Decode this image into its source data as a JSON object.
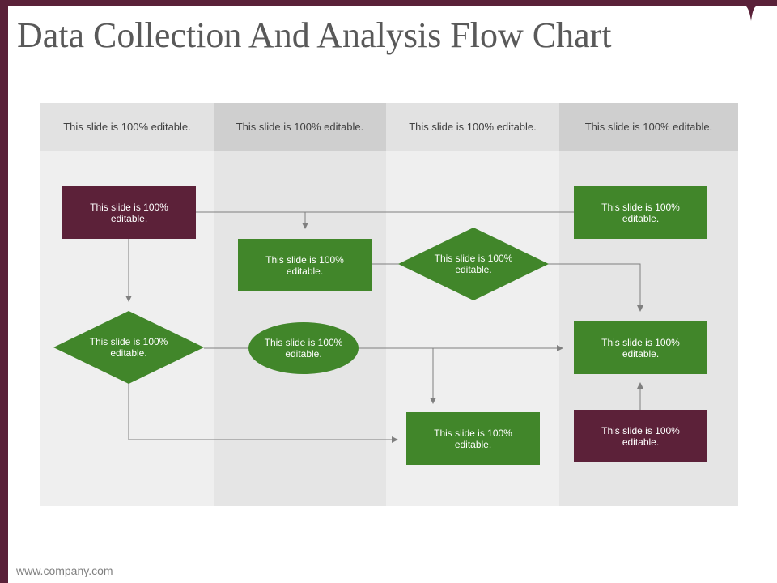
{
  "title": "Data Collection And Analysis Flow Chart",
  "footer": "www.company.com",
  "colors": {
    "frame": "#5a2139",
    "node_maroon": "#5c2139",
    "node_green": "#41862a",
    "connector": "#7f7f7f"
  },
  "lanes": [
    {
      "label": "This slide is 100% editable.",
      "header_color": "#e2e2e2",
      "body_color": "#efefef"
    },
    {
      "label": "This slide is 100% editable.",
      "header_color": "#cfcfcf",
      "body_color": "#e5e5e5"
    },
    {
      "label": "This slide is 100% editable.",
      "header_color": "#e2e2e2",
      "body_color": "#efefef"
    },
    {
      "label": "This slide is 100% editable.",
      "header_color": "#cfcfcf",
      "body_color": "#e5e5e5"
    }
  ],
  "nodes": {
    "start": "This slide is 100% editable.",
    "lane2_process": "This slide is 100% editable.",
    "lane3_decision": "This slide is 100% editable.",
    "lane4_top": "This slide is 100% editable.",
    "lane1_decision": "This slide is 100% editable.",
    "lane2_ellipse": "This slide is 100% editable.",
    "lane4_middle": "This slide is 100% editable.",
    "lane3_bottom": "This slide is 100% editable.",
    "lane4_bottom": "This slide is 100% editable."
  }
}
